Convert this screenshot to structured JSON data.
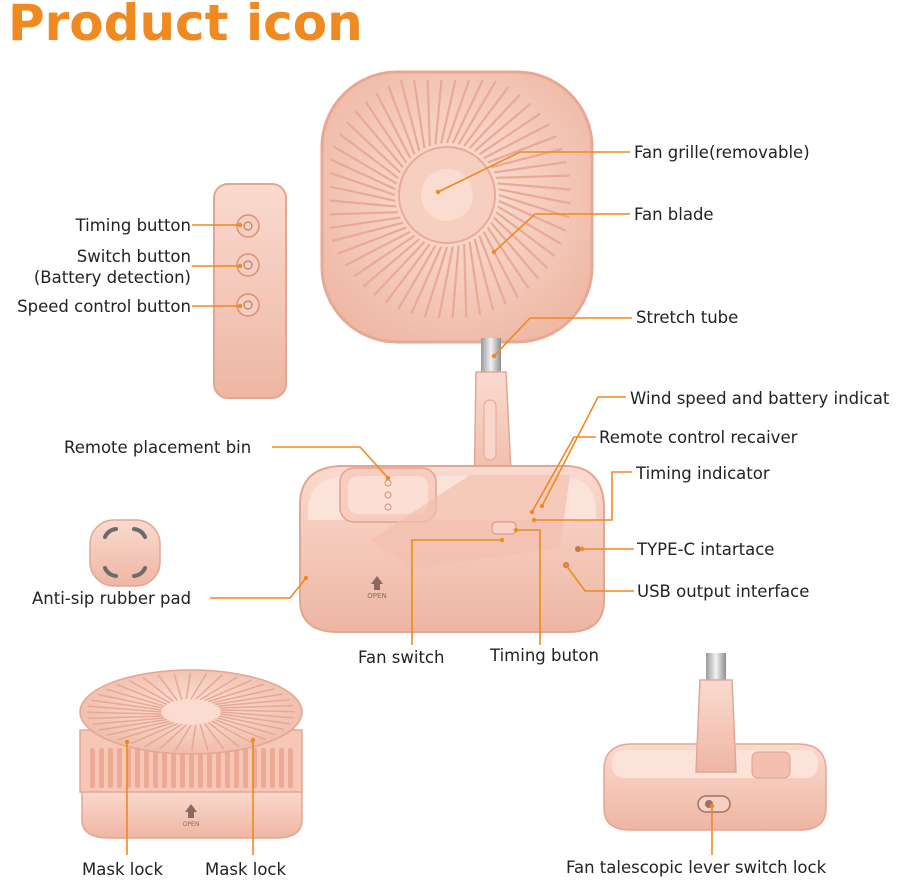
{
  "title": "Product icon",
  "labels": {
    "fan_grille": "Fan grille(removable)",
    "fan_blade": "Fan blade",
    "stretch_tube": "Stretch tube",
    "wind_speed": "Wind speed and battery indicat",
    "remote_receiver": "Remote control recaiver",
    "timing_indicator": "Timing indicator",
    "type_c": "TYPE-C intartace",
    "usb_output": "USB output interface",
    "timing_button": "Timing button",
    "switch_button": "Switch button",
    "battery_detection": "(Battery detection)",
    "speed_control": "Speed control button",
    "remote_bin": "Remote placement bin",
    "anti_sip": "Anti-sip rubber pad",
    "fan_switch": "Fan switch",
    "timing_buton": "Timing buton",
    "mask_lock_1": "Mask lock",
    "mask_lock_2": "Mask lock",
    "lever_lock": "Fan talescopic lever switch lock"
  },
  "base_marking": "OPEN",
  "colors": {
    "accent": "#f0891f",
    "product": "#f4c3b3",
    "product_dark": "#e6a996"
  }
}
